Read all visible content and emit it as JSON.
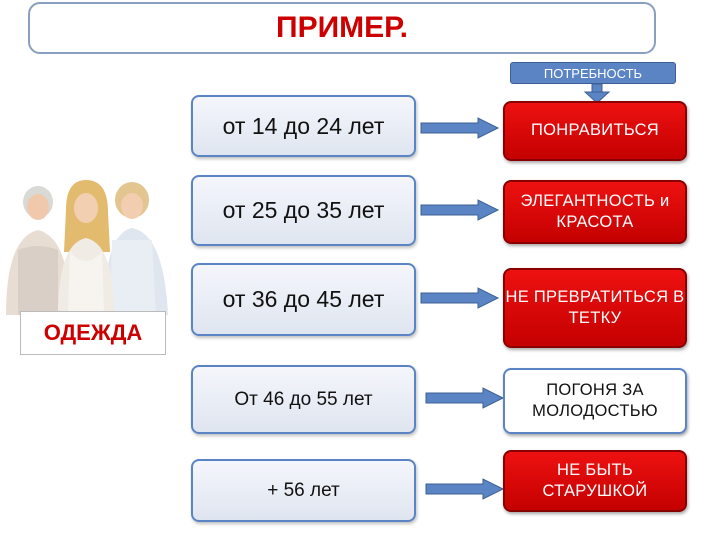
{
  "title": "ПРИМЕР.",
  "need_header": "ПОТРЕБНОСТЬ",
  "clothes_label": "ОДЕЖДА",
  "rows": [
    {
      "age": "от 14 до  24 лет",
      "need": "ПОНРАВИТЬСЯ"
    },
    {
      "age": "от 25 до  35 лет",
      "need": "ЭЛЕГАНТНОСТЬ и КРАСОТА"
    },
    {
      "age": "от 36  до  45 лет",
      "need": "НЕ ПРЕВРАТИТЬСЯ В ТЕТКУ"
    },
    {
      "age": "От 46 до 55 лет",
      "need": "ПОГОНЯ ЗА МОЛОДОСТЬЮ"
    },
    {
      "age": "+ 56 лет",
      "need": "НЕ БЫТЬ СТАРУШКОЙ"
    }
  ],
  "colors": {
    "accent_red": "#cc0000",
    "accent_blue": "#5b84c4"
  }
}
